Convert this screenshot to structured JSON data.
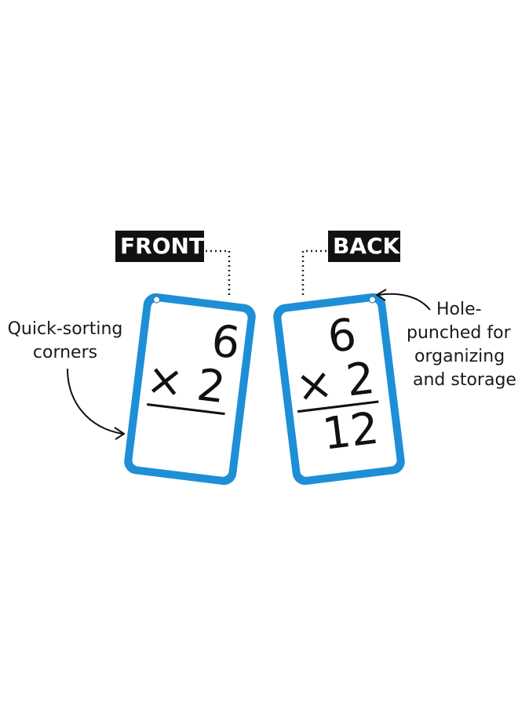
{
  "labels": {
    "front": "FRONT",
    "back": "BACK"
  },
  "callouts": {
    "left": [
      "Quick-sorting",
      "corners"
    ],
    "right": [
      "Hole-",
      "punched for",
      "organizing",
      "and storage"
    ]
  },
  "cards": {
    "front": {
      "top_number": "6",
      "multiplier": "× 2"
    },
    "back": {
      "top_number": "6",
      "multiplier": "× 2",
      "answer": "12"
    }
  },
  "colors": {
    "card_border": "#1e8fd6",
    "label_bg": "#111111",
    "label_text": "#ffffff",
    "ink": "#111111"
  }
}
